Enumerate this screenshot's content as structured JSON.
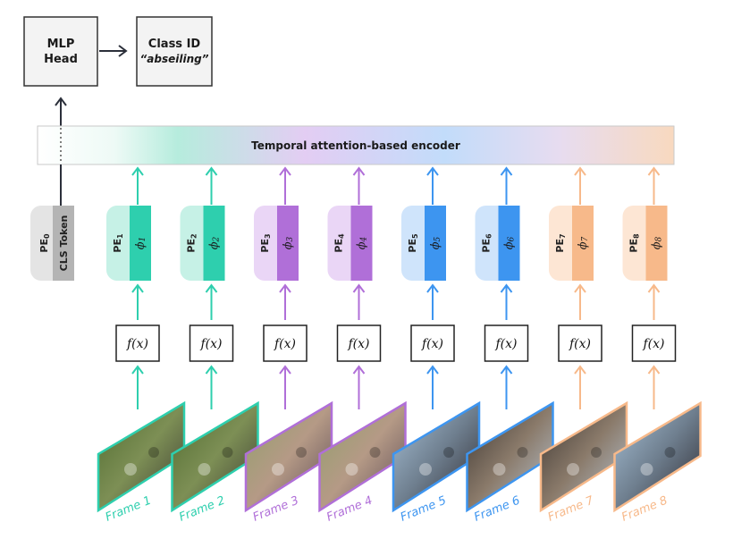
{
  "head": {
    "title": "MLP",
    "subtitle": "Head"
  },
  "output": {
    "title": "Class ID",
    "value": "“abseiling”"
  },
  "encoder": {
    "label": "Temporal attention-based encoder"
  },
  "cls": {
    "pe": "PE",
    "pe_sub": "0",
    "token": "CLS Token"
  },
  "feature_fn": "f(x)",
  "phi": "ϕ",
  "pe_prefix": "PE",
  "colors": {
    "cls_light": "#e4e4e4",
    "cls_dark": "#b4b4b4",
    "teal": "#2ecfae",
    "teal_light": "#c6f1e6",
    "purple": "#b06fd8",
    "purple_light": "#ead6f6",
    "blue": "#3d95f0",
    "blue_light": "#cfe4fb",
    "orange": "#f7b98a",
    "orange_light": "#fde6d4",
    "arrow_dark": "#2b2f3a"
  },
  "tokens": [
    {
      "index": "1",
      "color": "teal",
      "frame": "Frame 1"
    },
    {
      "index": "2",
      "color": "teal",
      "frame": "Frame 2"
    },
    {
      "index": "3",
      "color": "purple",
      "frame": "Frame 3"
    },
    {
      "index": "4",
      "color": "purple",
      "frame": "Frame 4"
    },
    {
      "index": "5",
      "color": "blue",
      "frame": "Frame 5"
    },
    {
      "index": "6",
      "color": "blue",
      "frame": "Frame 6"
    },
    {
      "index": "7",
      "color": "orange",
      "frame": "Frame 7"
    },
    {
      "index": "8",
      "color": "orange",
      "frame": "Frame 8"
    }
  ]
}
